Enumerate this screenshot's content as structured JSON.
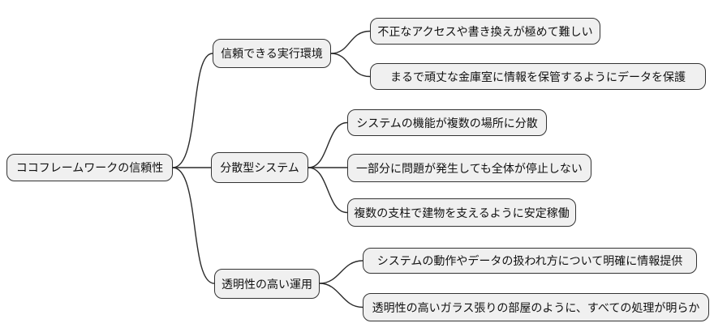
{
  "mindmap": {
    "type": "mindmap-diagram",
    "root": {
      "label": "ココフレームワークの信頼性"
    },
    "branches": [
      {
        "label": "信頼できる実行環境",
        "children": [
          {
            "label": "不正なアクセスや書き換えが極めて難しい"
          },
          {
            "label": "まるで頑丈な金庫室に情報を保管するようにデータを保護"
          }
        ]
      },
      {
        "label": "分散型システム",
        "children": [
          {
            "label": "システムの機能が複数の場所に分散"
          },
          {
            "label": "一部分に問題が発生しても全体が停止しない"
          },
          {
            "label": "複数の支柱で建物を支えるように安定稼働"
          }
        ]
      },
      {
        "label": "透明性の高い運用",
        "children": [
          {
            "label": "システムの動作やデータの扱われ方について明確に情報提供"
          },
          {
            "label": "透明性の高いガラス張りの部屋のように、すべての処理が明らか"
          }
        ]
      }
    ],
    "colors": {
      "background": "#ffffff",
      "node_fill": "#f0f0f0",
      "node_border": "#333333",
      "edge": "#2b2b2b",
      "text": "#111111"
    }
  }
}
